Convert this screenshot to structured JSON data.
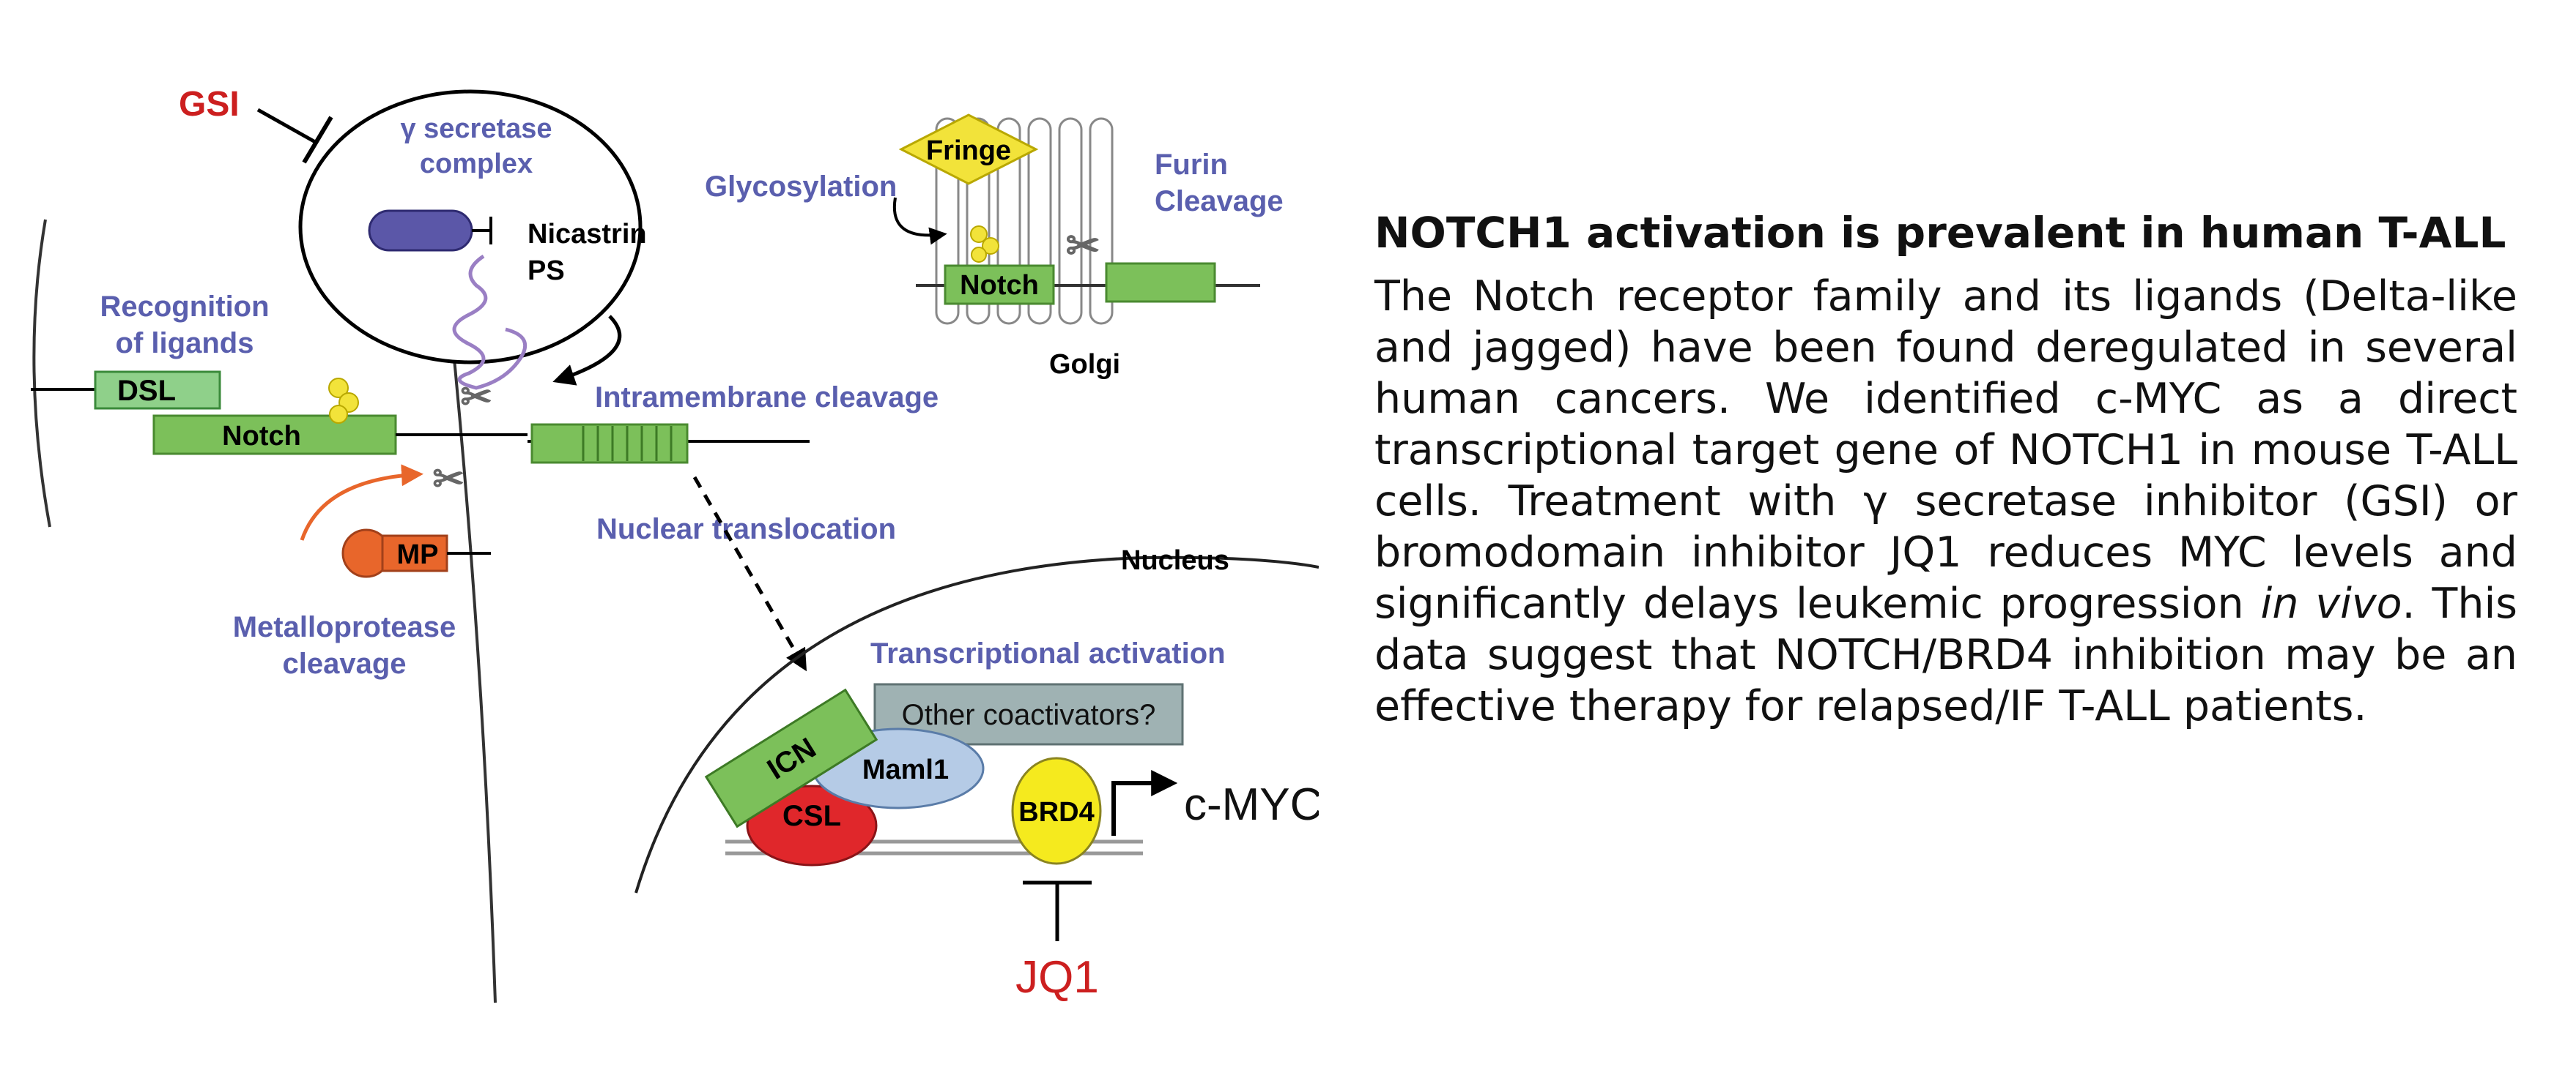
{
  "diagram": {
    "gsi": "GSI",
    "gamma_secretase_line1": "γ secretase",
    "gamma_secretase_line2": "complex",
    "nicastrin": "Nicastrin",
    "ps": "PS",
    "recognition_line1": "Recognition",
    "recognition_line2": "of ligands",
    "dsl": "DSL",
    "notch_membrane": "Notch",
    "intramembrane_cleavage": "Intramembrane cleavage",
    "mp": "MP",
    "metalloprotease_line1": "Metalloprotease",
    "metalloprotease_line2": "cleavage",
    "nuclear_translocation": "Nuclear translocation",
    "nucleus": "Nucleus",
    "transcriptional_activation": "Transcriptional activation",
    "other_coactivators": "Other coactivators?",
    "icn": "ICN",
    "maml1": "Maml1",
    "csl": "CSL",
    "brd4": "BRD4",
    "cmyc": "c-MYC",
    "jq1": "JQ1",
    "fringe": "Fringe",
    "glycosylation": "Glycosylation",
    "furin_line1": "Furin",
    "furin_line2": "Cleavage",
    "notch_golgi": "Notch",
    "golgi": "Golgi"
  },
  "panel": {
    "title": "NOTCH1 activation is prevalent in human T-ALL",
    "body_part1": "The Notch receptor family and its ligands (Delta-like and jagged) have been found deregulated in several human cancers.  We identified c-MYC as a direct transcriptional target gene of NOTCH1 in mouse T-ALL cells. Treatment with γ secretase inhibitor (GSI) or bromodomain inhibitor JQ1 reduces MYC levels and significantly delays leukemic progression ",
    "body_italic": "in vivo",
    "body_part2": ". This data suggest that NOTCH/BRD4 inhibition may be an effective therapy for relapsed/IF T-ALL patients."
  },
  "colors": {
    "label_blue": "#5a5fae",
    "inhibitor_red": "#cc1f1f",
    "notch_green": "#7cc05a",
    "fringe_yellow": "#f2e33a",
    "nicastrin_purple": "#5b57a8",
    "mp_orange": "#e8662b",
    "csl_red": "#e0272b",
    "maml_blue": "#b5cbe6",
    "coactivator_gray": "#9fb2b3",
    "brd4_yellow": "#f5ea1e"
  }
}
